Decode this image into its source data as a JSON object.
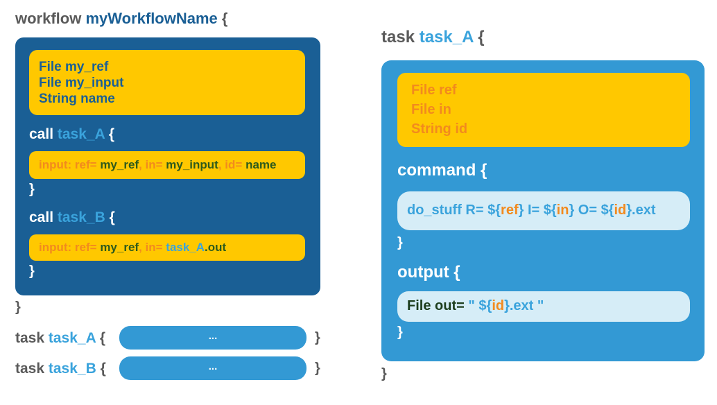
{
  "left": {
    "header": {
      "keyword": "workflow",
      "name": "myWorkflowName",
      "open": "{"
    },
    "inputs": [
      "File my_ref",
      "File my_input",
      "String name"
    ],
    "calls": [
      {
        "keyword": "call",
        "name": "task_A",
        "open": "{",
        "input_line": {
          "label": "input:",
          "segments": [
            {
              "text": " ref=",
              "role": "param"
            },
            {
              "text": " my_ref",
              "role": "value"
            },
            {
              "text": ", in=",
              "role": "param"
            },
            {
              "text": " my_input",
              "role": "value"
            },
            {
              "text": ", id=",
              "role": "param"
            },
            {
              "text": " name",
              "role": "value"
            }
          ]
        },
        "close": "}"
      },
      {
        "keyword": "call",
        "name": "task_B",
        "open": "{",
        "input_line": {
          "label": "input:",
          "segments": [
            {
              "text": " ref=",
              "role": "param"
            },
            {
              "text": " my_ref",
              "role": "value"
            },
            {
              "text": ", in=",
              "role": "param"
            },
            {
              "text": " task_A",
              "role": "task"
            },
            {
              "text": ".out",
              "role": "value"
            }
          ]
        },
        "close": "}"
      }
    ],
    "close": "}",
    "task_stubs": [
      {
        "keyword": "task",
        "name": "task_A",
        "open": "{",
        "body": "...",
        "close": "}"
      },
      {
        "keyword": "task",
        "name": "task_B",
        "open": "{",
        "body": "...",
        "close": "}"
      }
    ]
  },
  "right": {
    "header": {
      "keyword": "task",
      "name": "task_A",
      "open": "{"
    },
    "inputs": [
      "File ref",
      "File in",
      "String id"
    ],
    "command": {
      "keyword": "command",
      "open": "{",
      "segments": [
        {
          "text": "do_stuff R= ${",
          "role": "plain"
        },
        {
          "text": "ref",
          "role": "var"
        },
        {
          "text": "} I= ${",
          "role": "plain"
        },
        {
          "text": "in",
          "role": "var"
        },
        {
          "text": "} O= ${",
          "role": "plain"
        },
        {
          "text": "id",
          "role": "var"
        },
        {
          "text": "}.ext",
          "role": "plain"
        }
      ],
      "close": "}"
    },
    "output": {
      "keyword": "output",
      "open": "{",
      "segments": [
        {
          "text": "File out=",
          "role": "decl"
        },
        {
          "text": " \" ${",
          "role": "plain"
        },
        {
          "text": "id",
          "role": "var"
        },
        {
          "text": "}.ext \"",
          "role": "plain"
        }
      ],
      "close": "}"
    },
    "close": "}"
  },
  "colors": {
    "workflow_panel": "#1a5f95",
    "task_panel": "#3399d4",
    "input_box": "#ffc800",
    "code_pill": "#d6edf7",
    "stub_pill": "#3399d4",
    "keyword": "#5a5a5a",
    "name": "#3aa3dc",
    "param": "#f28a1e",
    "value": "#2e5a1c"
  }
}
